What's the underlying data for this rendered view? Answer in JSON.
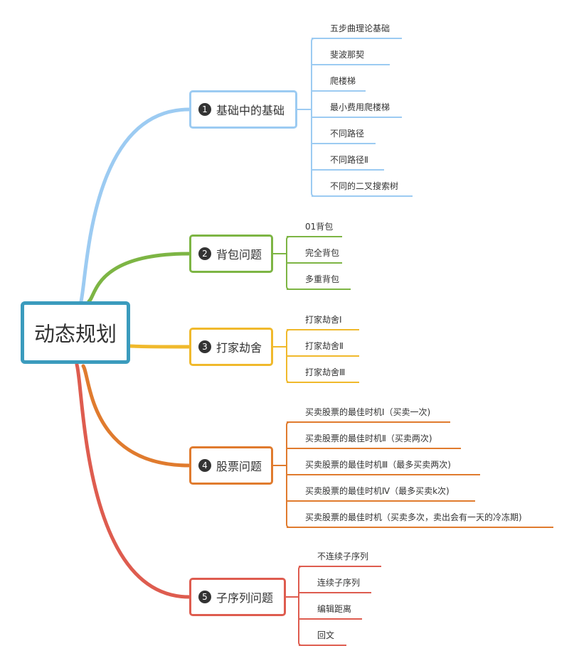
{
  "root": {
    "label": "动态规划",
    "color": "#3b9bbd"
  },
  "branches": [
    {
      "label": "基础中的基础",
      "number": "1",
      "color": "#9ccbf2",
      "items": [
        "五步曲理论基础",
        "斐波那契",
        "爬楼梯",
        "最小费用爬楼梯",
        "不同路径",
        "不同路径Ⅱ",
        "不同的二叉搜索树"
      ]
    },
    {
      "label": "背包问题",
      "number": "2",
      "color": "#7db544",
      "items": [
        "01背包",
        "完全背包",
        "多重背包"
      ]
    },
    {
      "label": "打家劫舍",
      "number": "3",
      "color": "#f0b92c",
      "items": [
        "打家劫舍Ⅰ",
        "打家劫舍Ⅱ",
        "打家劫舍Ⅲ"
      ]
    },
    {
      "label": "股票问题",
      "number": "4",
      "color": "#e07b2e",
      "items": [
        "买卖股票的最佳时机Ⅰ（买卖一次)",
        "买卖股票的最佳时机Ⅱ（买卖两次)",
        "买卖股票的最佳时机Ⅲ（最多买卖两次)",
        "买卖股票的最佳时机Ⅳ（最多买卖k次)",
        "买卖股票的最佳时机（买卖多次，卖出会有一天的冷冻期)"
      ]
    },
    {
      "label": "子序列问题",
      "number": "5",
      "color": "#de5c4f",
      "items": [
        "不连续子序列",
        "连续子序列",
        "编辑距离",
        "回文"
      ]
    }
  ]
}
